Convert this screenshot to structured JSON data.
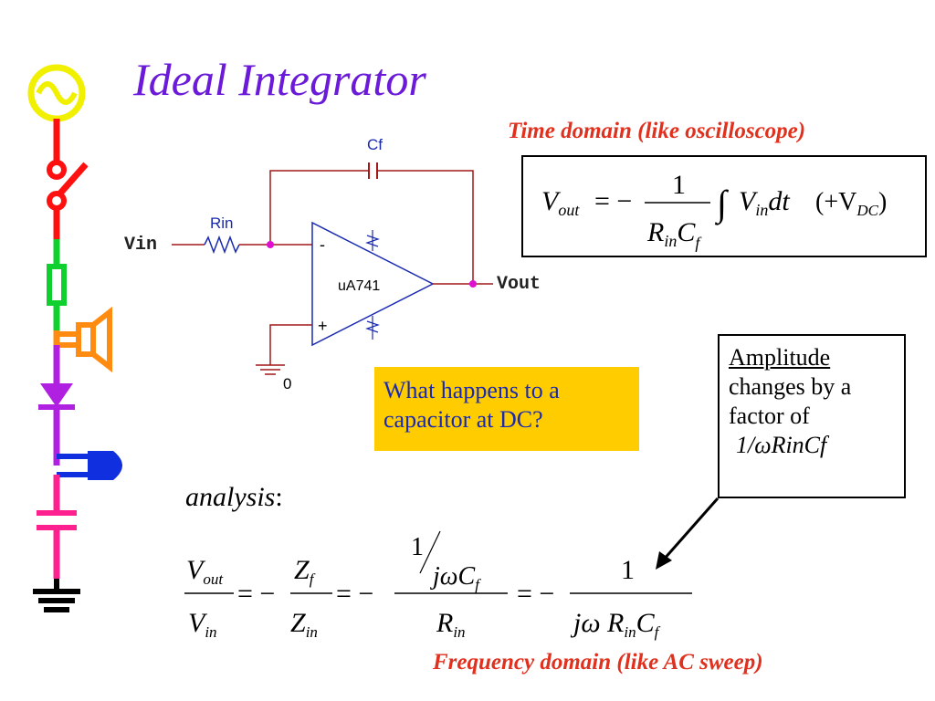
{
  "slide": {
    "title": "Ideal Integrator",
    "time_domain_label": "Time domain (like oscilloscope)",
    "frequency_domain_label": "Frequency domain (like AC sweep)",
    "question": "What happens to a capacitor at DC?",
    "amplitude_note": {
      "heading": "Amplitude",
      "line2": "changes by a",
      "line3": "factor of",
      "expression": "1/ωRinCf"
    },
    "analysis_label": "analysis",
    "analysis_colon": ":"
  },
  "circuit": {
    "vin_label": "Vin",
    "vout_label": "Vout",
    "rin_label": "Rin",
    "cf_label": "Cf",
    "opamp_label": "uA741",
    "minus_label": "-",
    "plus_label": "+",
    "ground_label": "0"
  },
  "time_equation": {
    "lhs": "V",
    "lhs_sub": "out",
    "equals": "= −",
    "numerator": "1",
    "den_r": "R",
    "den_r_sub": "in",
    "den_c": "C",
    "den_c_sub": "f",
    "integral": "∫",
    "integrand_v": "V",
    "integrand_sub": "in",
    "dt": "dt",
    "dc_term": "(+V",
    "dc_sub": "DC",
    "dc_close": ")"
  },
  "freq_equation": {
    "f1_num": "V",
    "f1_num_sub": "out",
    "f1_den": "V",
    "f1_den_sub": "in",
    "eq1": "= −",
    "f2_num": "Z",
    "f2_num_sub": "f",
    "f2_den": "Z",
    "f2_den_sub": "in",
    "eq2": "= −",
    "f3_one": "1",
    "f3_jw": "jωC",
    "f3_jw_sub": "f",
    "f3_den": "R",
    "f3_den_sub": "in",
    "eq3": "= −",
    "f4_num": "1",
    "f4_den": "jω R",
    "f4_den_sub": "in",
    "f4_den_c": "C",
    "f4_den_c_sub": "f"
  },
  "colors": {
    "title": "#6a1ad8",
    "label_red": "#e0301e",
    "question_bg": "#ffcc00",
    "question_text": "#1a2ab0",
    "circuit_wire": "#a01818",
    "opamp": "#1a2ab0",
    "node_dot": "#e010d0"
  },
  "icons": [
    "ac-source-icon",
    "switch-icon",
    "fuse-icon",
    "speaker-icon",
    "diode-icon",
    "lamp-icon",
    "capacitor-icon",
    "ground-icon"
  ]
}
